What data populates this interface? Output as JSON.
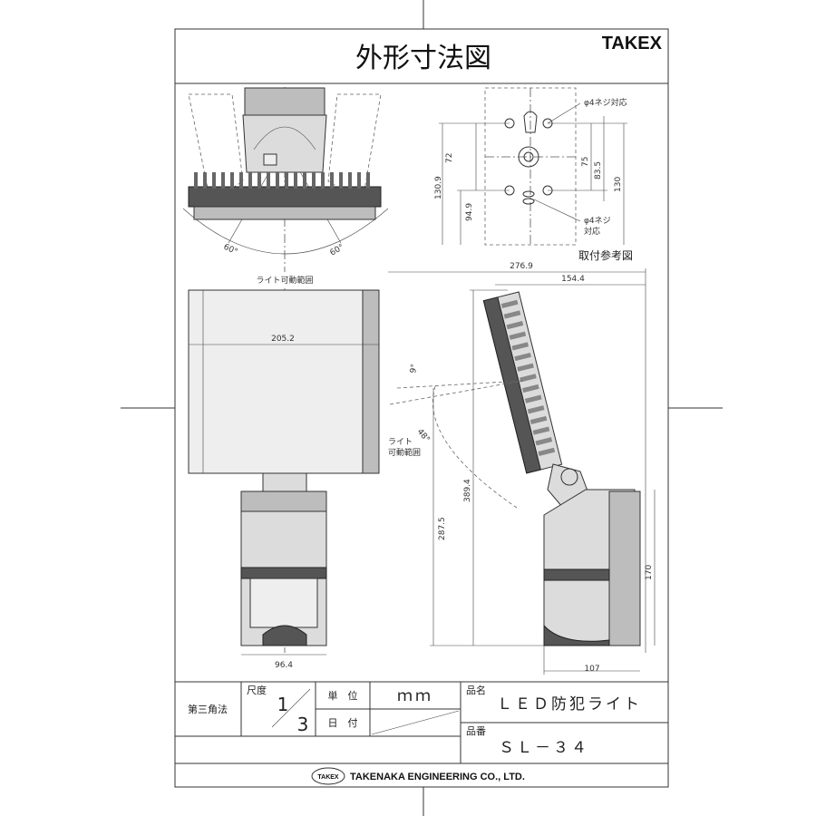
{
  "title": "外形寸法図",
  "brand": "TAKEX",
  "mount_caption": "取付参考図",
  "labels": {
    "screw_top": "φ4ネジ対応",
    "screw_bottom_1": "φ4ネジ",
    "screw_bottom_2": "対応",
    "light_range_top": "ライト可動範囲",
    "light_range_side_1": "ライト",
    "light_range_side_2": "可動範囲",
    "angle_left": "60°",
    "angle_right": "60°",
    "angle_side_small": "9°",
    "angle_side_48": "48°"
  },
  "dimensions": {
    "mount_130_9": "130.9",
    "mount_94_9": "94.9",
    "mount_72": "72",
    "mount_75": "75",
    "mount_83_5": "83.5",
    "mount_130": "130",
    "front_width": "205.2",
    "front_base_width": "96.4",
    "side_276_9": "276.9",
    "side_154_4": "154.4",
    "side_389_4": "389.4",
    "side_287_5": "287.5",
    "side_170": "170",
    "side_107": "107"
  },
  "title_block": {
    "projection": "第三角法",
    "scale_label": "尺度",
    "scale_num": "1",
    "scale_den": "3",
    "unit_label": "単　位",
    "unit_value": "ｍｍ",
    "date_label": "日　付",
    "product_name_label": "品名",
    "product_name": "ＬＥＤ防犯ライト",
    "product_number_label": "品番",
    "product_number": "ＳＬ－３４"
  },
  "footer": {
    "logo": "TAKEX",
    "company": "TAKENAKA ENGINEERING CO., LTD."
  }
}
